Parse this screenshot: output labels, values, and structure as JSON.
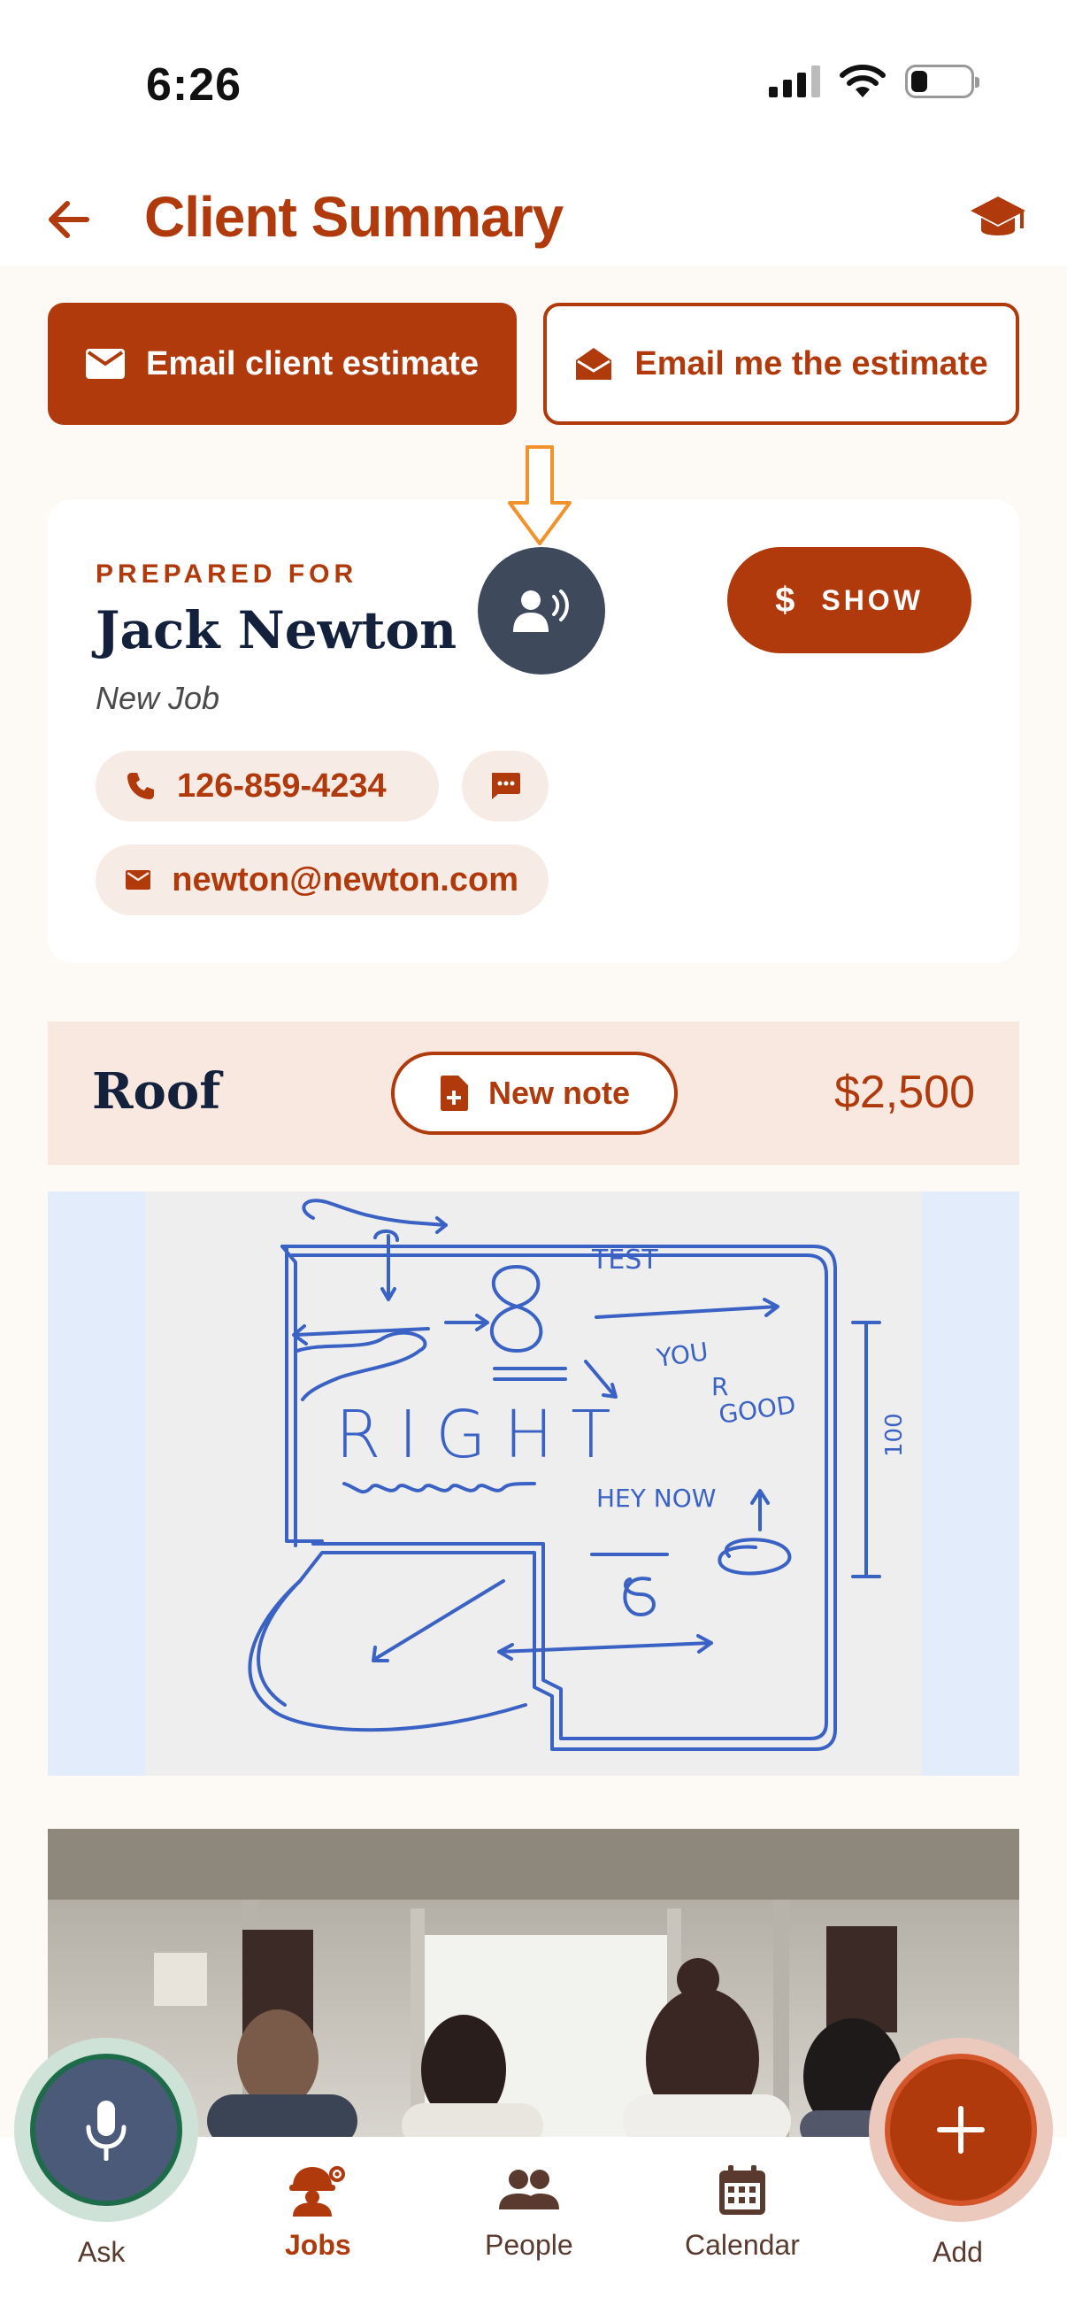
{
  "status_bar": {
    "time": "6:26"
  },
  "header": {
    "title": "Client Summary"
  },
  "actions": {
    "email_client": "Email client estimate",
    "email_me": "Email me the estimate"
  },
  "client": {
    "prepared_label": "PREPARED FOR",
    "name": "Jack Newton",
    "job": "New Job",
    "show_label": "SHOW",
    "show_symbol": "$",
    "phone": "126-859-4234",
    "email": "newton@newton.com"
  },
  "section": {
    "title": "Roof",
    "new_note_label": "New note",
    "price": "$2,500"
  },
  "sketch": {
    "texts": [
      "TEST",
      "8",
      "YOU",
      "R",
      "GOOD",
      "RIGHT",
      "HEY NOW",
      "6",
      "100"
    ]
  },
  "nav": {
    "items": [
      {
        "label": "Ask",
        "icon": "microphone-icon"
      },
      {
        "label": "Jobs",
        "icon": "jobs-icon",
        "active": true
      },
      {
        "label": "People",
        "icon": "people-icon"
      },
      {
        "label": "Calendar",
        "icon": "calendar-icon"
      },
      {
        "label": "Add",
        "icon": "plus-icon"
      }
    ]
  },
  "colors": {
    "brand": "#b03a0b",
    "navy": "#14213d",
    "chip_bg": "#f7ebe5",
    "section_bg": "#f8e8df",
    "sketch_ink": "#3a62c4"
  }
}
